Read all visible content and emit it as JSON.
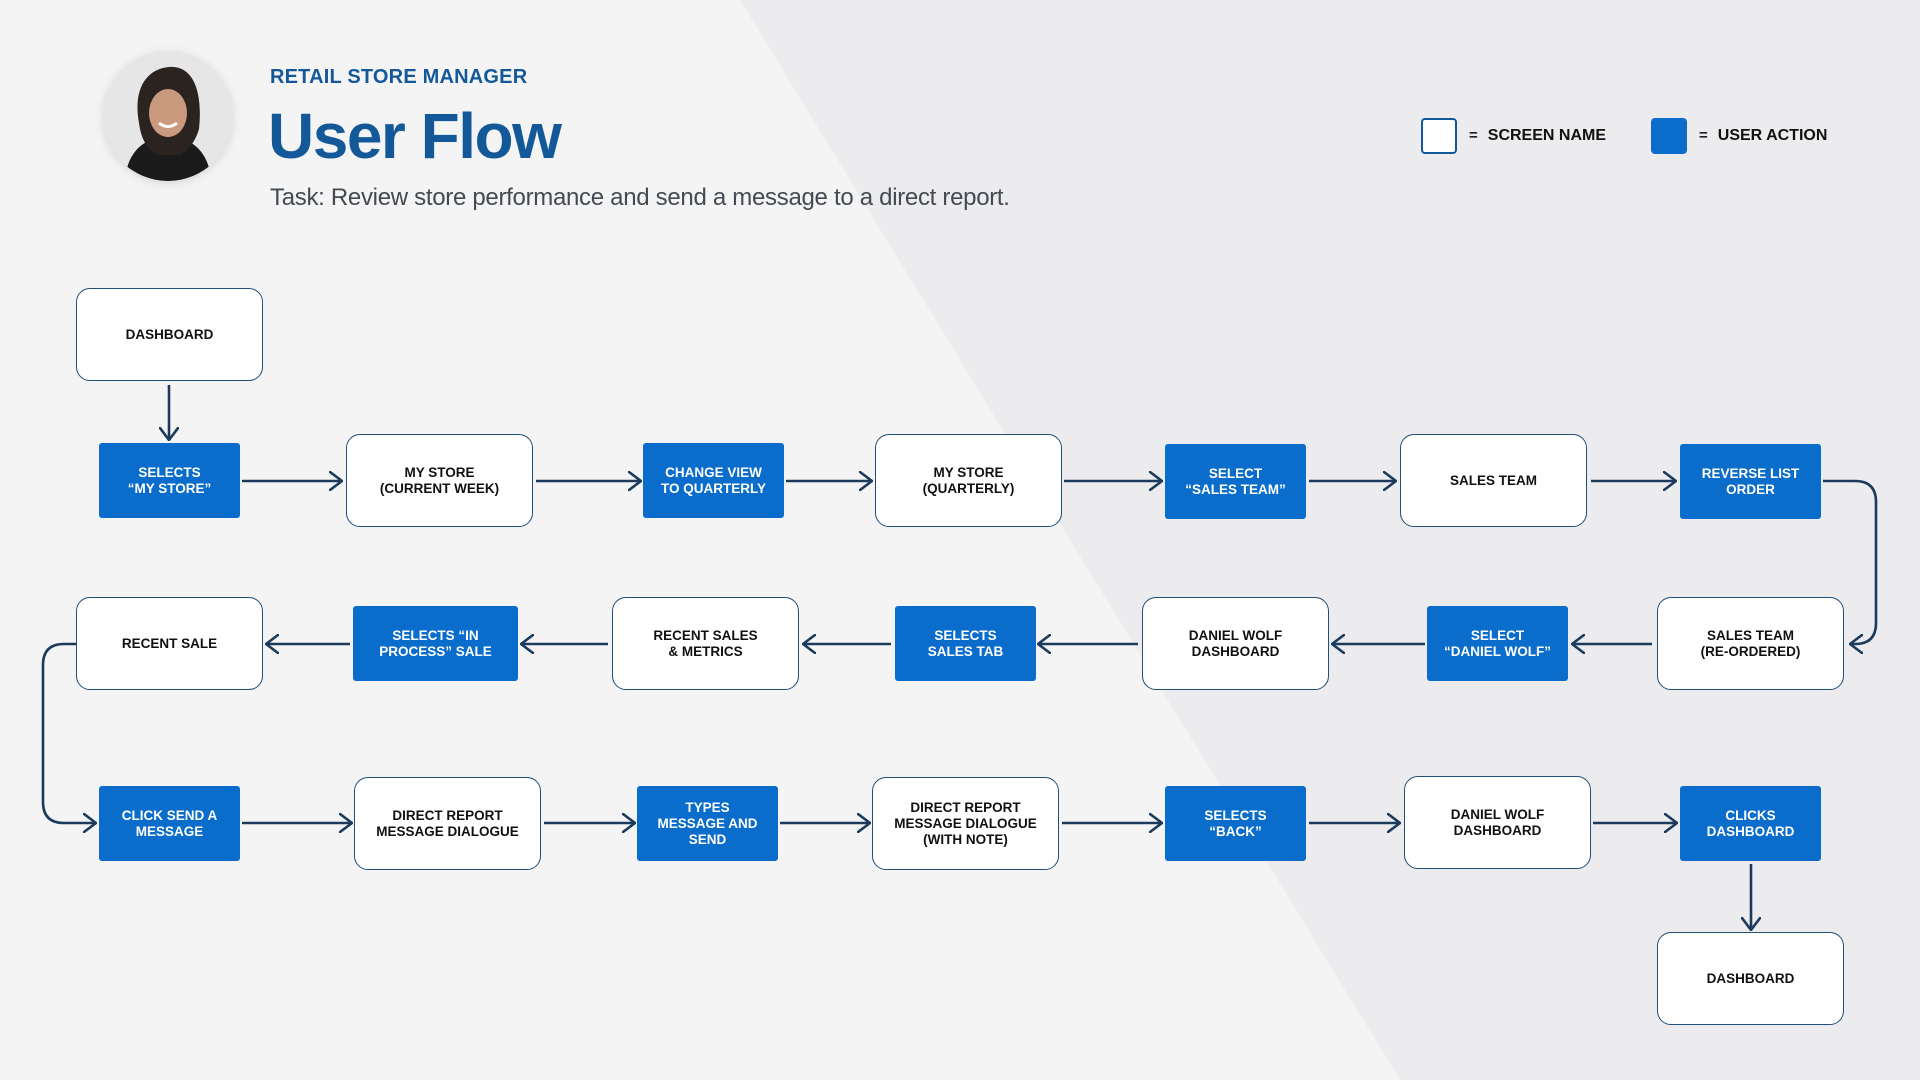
{
  "header": {
    "eyebrow": "RETAIL STORE MANAGER",
    "title": "User Flow",
    "task": "Task: Review store performance and send a message to a direct report."
  },
  "avatar": {
    "icon": "person-portrait-icon"
  },
  "legend": {
    "equals": "=",
    "screen_label": "SCREEN NAME",
    "action_label": "USER ACTION"
  },
  "colors": {
    "brand_blue": "#13599a",
    "action_fill": "#0a6ccb",
    "screen_border": "#1f4e79",
    "connector": "#1b3a5c"
  },
  "nodes": {
    "n1": "DASHBOARD",
    "n2": "SELECTS\n“MY STORE”",
    "n3": "MY STORE\n(CURRENT WEEK)",
    "n4": "CHANGE VIEW\nTO QUARTERLY",
    "n5": "MY STORE\n(QUARTERLY)",
    "n6": "SELECT\n“SALES TEAM”",
    "n7": "SALES TEAM",
    "n8": "REVERSE LIST\nORDER",
    "n9": "SALES TEAM\n(RE-ORDERED)",
    "n10": "SELECT\n“DANIEL WOLF”",
    "n11": "DANIEL WOLF\nDASHBOARD",
    "n12": "SELECTS\nSALES TAB",
    "n13": "RECENT SALES\n& METRICS",
    "n14": "SELECTS “IN\nPROCESS” SALE",
    "n15": "RECENT SALE",
    "n16": "CLICK SEND A\nMESSAGE",
    "n17": "DIRECT REPORT\nMESSAGE DIALOGUE",
    "n18": "TYPES\nMESSAGE AND\nSEND",
    "n19": "DIRECT REPORT\nMESSAGE DIALOGUE\n(WITH NOTE)",
    "n20": "SELECTS\n“BACK”",
    "n21": "DANIEL WOLF\nDASHBOARD",
    "n22": "CLICKS\nDASHBOARD",
    "n23": "DASHBOARD"
  }
}
